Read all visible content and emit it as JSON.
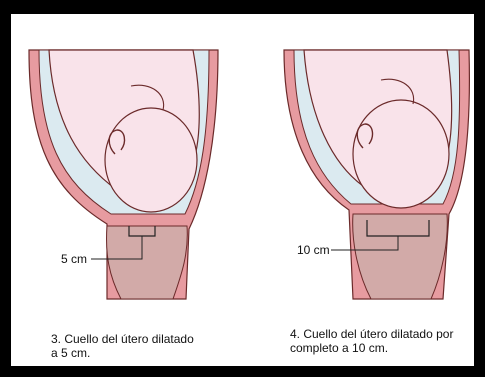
{
  "panels": [
    {
      "measure_label": "5 cm",
      "caption": "3. Cuello del útero dilatado\n   a 5 cm."
    },
    {
      "measure_label": "10 cm",
      "caption": "4. Cuello del útero dilatado por\ncompleto a 10 cm."
    }
  ],
  "colors": {
    "uterus_wall": "#e79ba0",
    "membrane": "#dbeaf0",
    "baby_skin": "#f9e3ea",
    "cervix": "#d2aaa8",
    "outline": "#6b2a2a"
  }
}
